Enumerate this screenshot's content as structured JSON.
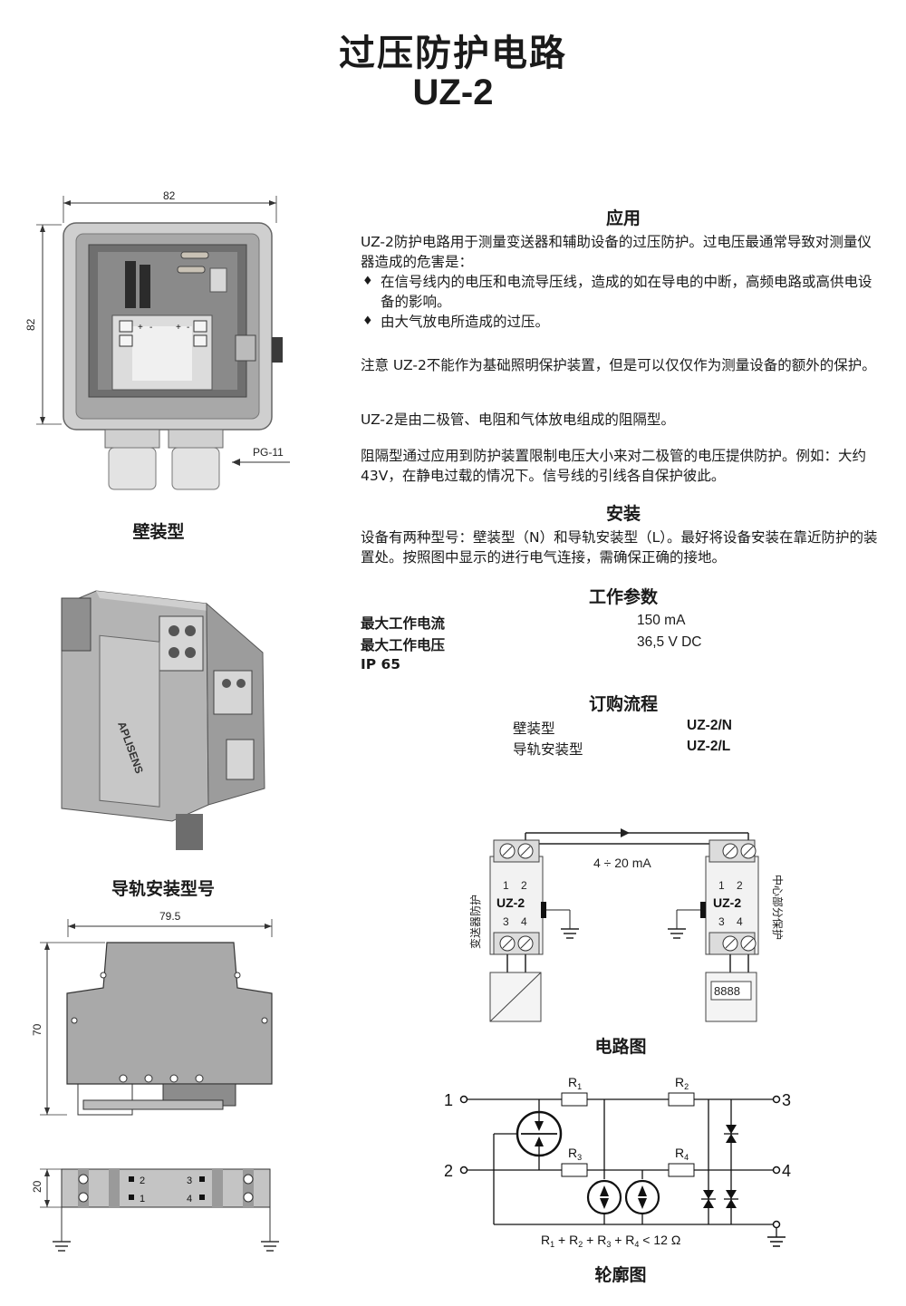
{
  "header": {
    "title": "过压防护电路",
    "model": "UZ-2"
  },
  "wall": {
    "dim_width": "82",
    "dim_height": "82",
    "gland_label": "PG-11",
    "terminal_marks": [
      "+",
      "-",
      "+",
      "-"
    ],
    "caption": "壁装型"
  },
  "rail": {
    "caption": "导轨安装型号",
    "brand": "APLISENS",
    "outline_width": "79.5",
    "outline_height": "70",
    "top_view_height": "20",
    "top_terminals_left": [
      "2",
      "1"
    ],
    "top_terminals_right": [
      "3",
      "4"
    ]
  },
  "application": {
    "heading": "应用",
    "intro": "UZ-2防护电路用于测量变送器和辅助设备的过压防护。过电压最通常导致对测量仪器造成的危害是：",
    "bullets": [
      "在信号线内的电压和电流导压线，造成的如在导电的中断，高频电路或高供电设备的影响。",
      "由大气放电所造成的过压。"
    ],
    "note": "注意  UZ-2不能作为基础照明保护装置，但是可以仅仅作为测量设备的额外的保护。",
    "composition": "UZ-2是由二极管、电阻和气体放电组成的阻隔型。",
    "principle": "阻隔型通过应用到防护装置限制电压大小来对二极管的电压提供防护。例如：大约  43V，在静电过载的情况下。信号线的引线各自保护彼此。"
  },
  "installation": {
    "heading": "安装",
    "text": "设备有两种型号：壁装型（N）和导轨安装型（L）。最好将设备安装在靠近防护的装置处。按照图中显示的进行电气连接，需确保正确的接地。"
  },
  "parameters": {
    "heading": "工作参数",
    "rows": [
      {
        "label": "最大工作电流",
        "value": "150 mA"
      },
      {
        "label": "最大工作电压",
        "value": "36,5 V DC"
      },
      {
        "label": "IP 65",
        "value": ""
      }
    ]
  },
  "ordering": {
    "heading": "订购流程",
    "rows": [
      {
        "label": "壁装型",
        "code": "UZ-2/N"
      },
      {
        "label": "导轨安装型",
        "code": "UZ-2/L"
      }
    ]
  },
  "wiring": {
    "caption": "电路图",
    "current_label": "4 ÷ 20 mA",
    "device_label": "UZ-2",
    "left_side_label": "变送器防护",
    "right_side_label": "中心部分保护",
    "terminals_top": [
      "1",
      "2"
    ],
    "terminals_bottom": [
      "3",
      "4"
    ],
    "display_reading": "8888"
  },
  "schematic": {
    "caption": "轮廓图",
    "pins": [
      "1",
      "2",
      "3",
      "4"
    ],
    "resistors": [
      "1",
      "2",
      "3",
      "4"
    ],
    "resistor_prefix": "R",
    "formula_parts": [
      "R",
      "1",
      " + R",
      "2",
      " + R",
      "3",
      " + R",
      "4",
      " < 12 Ω"
    ]
  },
  "colors": {
    "text": "#1a1a1a",
    "module_grey": "#a9a9a9",
    "terminal_grey": "#d9d9d9"
  }
}
